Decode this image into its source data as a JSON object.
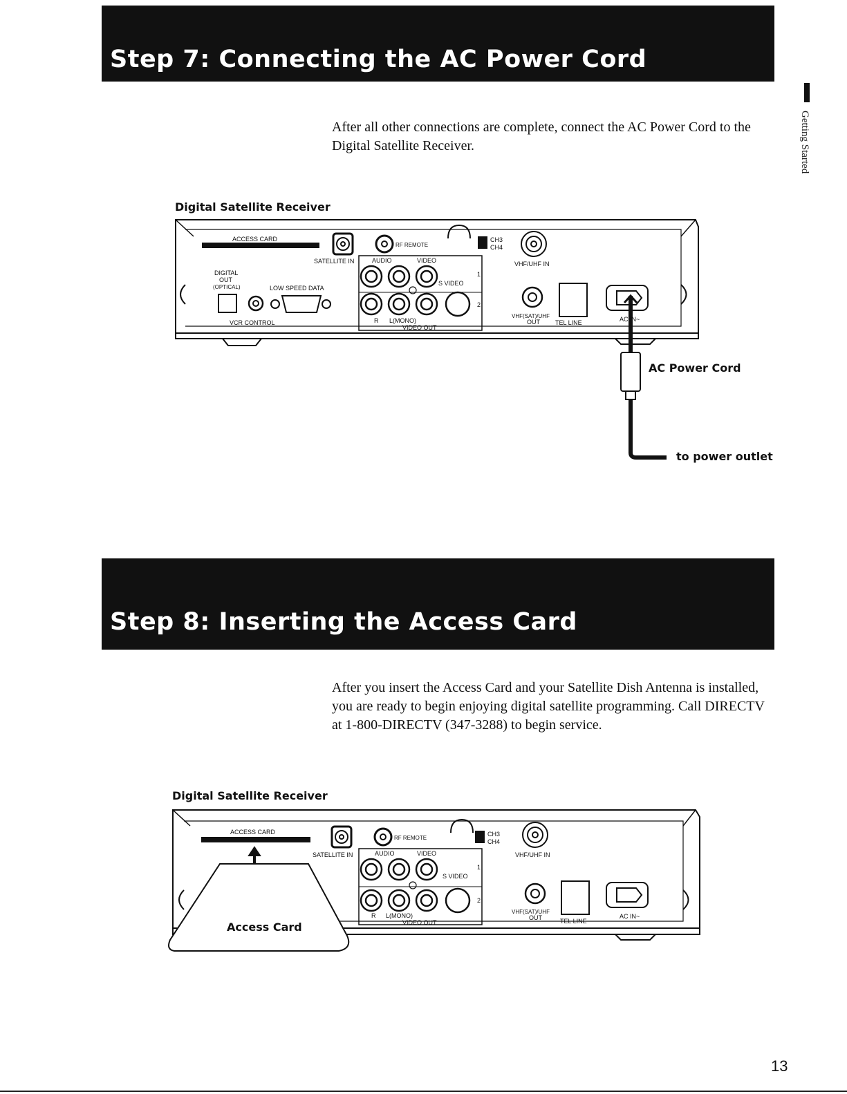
{
  "step7": {
    "title": "Step 7: Connecting the AC Power Cord",
    "body": "After all other connections are complete, connect the AC Power Cord to the Digital Satellite Receiver.",
    "figure_label": "Digital Satellite Receiver",
    "callouts": {
      "cord": "AC Power Cord",
      "outlet": "to power outlet"
    }
  },
  "step8": {
    "title": "Step 8: Inserting the Access Card",
    "body": "After you insert the Access Card and your Satellite Dish Antenna is installed, you are ready to begin enjoying digital satellite programming. Call DIRECTV at 1-800-DIRECTV (347-3288) to begin service.",
    "figure_label": "Digital Satellite Receiver",
    "card_label": "Access Card"
  },
  "panel_labels": {
    "access_card": "ACCESS CARD",
    "satellite_in": "SATELLITE IN",
    "rf_remote": "RF REMOTE",
    "ch3": "CH3",
    "ch4": "CH4",
    "vhf_uhf_in": "VHF/UHF IN",
    "audio": "AUDIO",
    "video": "VIDEO",
    "s_video": "S VIDEO",
    "digital": "DIGITAL",
    "out": "OUT",
    "optical": "(OPTICAL)",
    "low_speed_data": "LOW SPEED DATA",
    "vcr_control": "VCR CONTROL",
    "r": "R",
    "l_mono": "L(MONO)",
    "video_out": "VIDEO OUT",
    "vhf_sat_uhf": "VHF(SAT)/UHF",
    "tel_line": "TEL LINE",
    "ac_in": "AC IN~",
    "row1": "1",
    "row2": "2"
  },
  "side_tab": "Getting Started",
  "page_number": "13"
}
